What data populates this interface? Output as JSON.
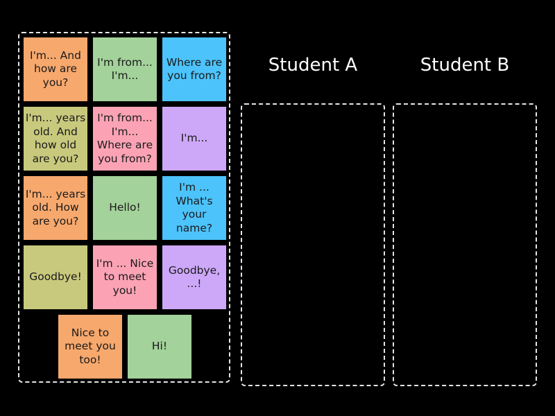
{
  "columns": {
    "a": {
      "title": "Student A"
    },
    "b": {
      "title": "Student B"
    }
  },
  "colors": {
    "orange": "#f7a86d",
    "green": "#a3d29a",
    "blue": "#4cc3fb",
    "olive": "#c9c97e",
    "pink": "#fba3b5",
    "purple": "#cda8f9"
  },
  "cards": [
    {
      "text": "I'm... And how are you?",
      "color": "orange"
    },
    {
      "text": "I'm from... I'm...",
      "color": "green"
    },
    {
      "text": "Where are you from?",
      "color": "blue"
    },
    {
      "text": "I'm... years old. And how old are you?",
      "color": "olive"
    },
    {
      "text": "I'm from... I'm... Where are you from?",
      "color": "pink"
    },
    {
      "text": "I'm...",
      "color": "purple"
    },
    {
      "text": "I'm... years old. How are you?",
      "color": "orange"
    },
    {
      "text": "Hello!",
      "color": "green"
    },
    {
      "text": "I'm ... What's your name?",
      "color": "blue"
    },
    {
      "text": "Goodbye!",
      "color": "olive"
    },
    {
      "text": "I'm ... Nice to meet you!",
      "color": "pink"
    },
    {
      "text": "Goodbye, ...!",
      "color": "purple"
    },
    {
      "text": "Nice to meet you too!",
      "color": "orange"
    },
    {
      "text": "Hi!",
      "color": "green"
    }
  ]
}
